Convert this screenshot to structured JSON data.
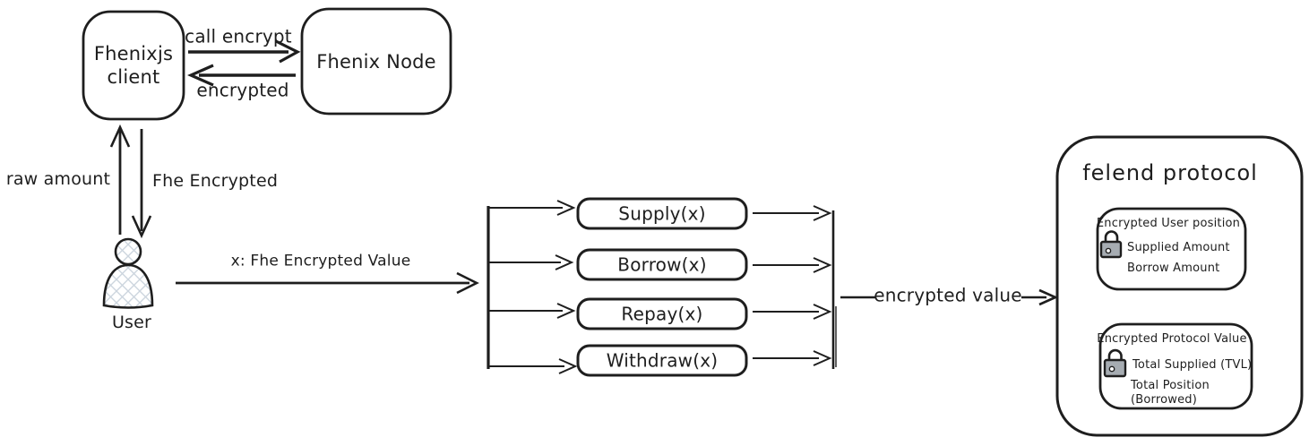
{
  "diagram": {
    "colors": {
      "stroke": "#1e1e1e",
      "lock_body": "#a6acb2",
      "hatch": "#ccd5de",
      "background": "#ffffff"
    },
    "nodes": {
      "client_label": "Fhenixjs client",
      "node_label": "Fhenix Node",
      "user_label": "User",
      "protocol_title": "felend protocol"
    },
    "edges": {
      "call_encrypt": "call encrypt",
      "encrypted": "encrypted",
      "raw_amount": "raw amount",
      "fhe_encrypted": "Fhe Encrypted",
      "x_value": "x: Fhe Encrypted Value",
      "encrypted_value": "encrypted value"
    },
    "operations": [
      "Supply(x)",
      "Borrow(x)",
      "Repay(x)",
      "Withdraw(x)"
    ],
    "protocol": {
      "user_position": {
        "title": "Encrypted User position",
        "items": [
          "Supplied Amount",
          "Borrow Amount"
        ]
      },
      "protocol_value": {
        "title": "Encrypted Protocol Value",
        "items": [
          "Total Supplied (TVL)",
          "Total Position (Borrowed)"
        ]
      }
    }
  }
}
